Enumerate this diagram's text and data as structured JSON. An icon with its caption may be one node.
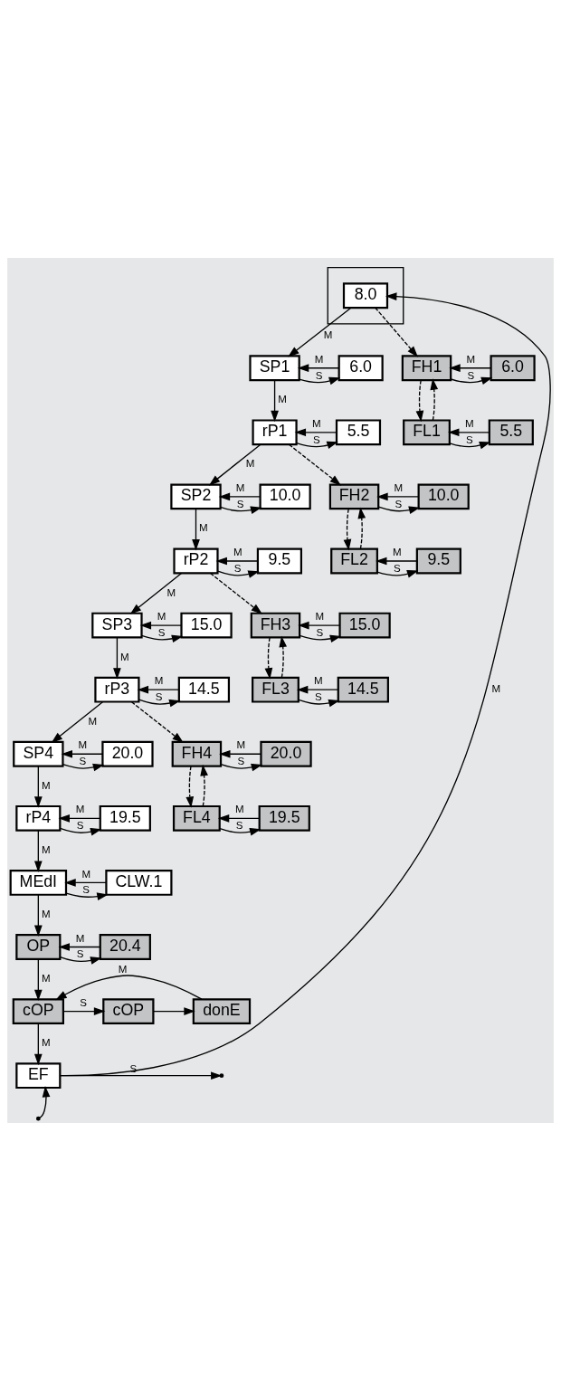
{
  "diagram": {
    "nodes": [
      {
        "text": [],
        "shape": "box"
      },
      {
        "text": [
          "8.0"
        ],
        "in": 0
      },
      {
        "text": [
          "SP1"
        ]
      },
      {
        "text": [
          "6.0"
        ]
      },
      {
        "text": [
          "FH1"
        ]
      },
      {
        "text": [
          "6.0"
        ]
      },
      {
        "text": [
          "rP1"
        ]
      },
      {
        "text": [
          "5.5"
        ]
      },
      {
        "text": [
          "FL1"
        ]
      },
      {
        "text": [
          "5.5"
        ]
      },
      {
        "text": [
          "SP2"
        ]
      },
      {
        "text": [
          "10.0"
        ]
      },
      {
        "text": [
          "FH2"
        ]
      },
      {
        "text": [
          "10.0"
        ]
      },
      {
        "text": [
          "rP2"
        ]
      },
      {
        "text": [
          "9.5"
        ]
      },
      {
        "text": [
          "FL2"
        ]
      },
      {
        "text": [
          "9.5"
        ]
      },
      {
        "text": [
          "SP3"
        ]
      },
      {
        "text": [
          "15.0"
        ]
      },
      {
        "text": [
          "FH3"
        ]
      },
      {
        "text": [
          "15.0"
        ]
      },
      {
        "text": [
          "rP3"
        ]
      },
      {
        "text": [
          "14.5"
        ]
      },
      {
        "text": [
          "FL3"
        ]
      },
      {
        "text": [
          "14.5"
        ]
      },
      {
        "text": [
          "SP4"
        ]
      },
      {
        "text": [
          "20.0"
        ]
      },
      {
        "text": [
          "FH4"
        ]
      },
      {
        "text": [
          "20.0"
        ]
      },
      {
        "text": [
          "rP4"
        ]
      },
      {
        "text": [
          "19.5"
        ]
      },
      {
        "text": [
          "FL4"
        ]
      },
      {
        "text": [
          "19.5"
        ]
      },
      {
        "text": [
          "MEdI"
        ]
      },
      {
        "text": [
          "CLW.1"
        ]
      },
      {
        "text": [
          "OP"
        ]
      },
      {
        "text": [
          "20.4"
        ]
      },
      {
        "text": [
          "cOP"
        ]
      },
      {
        "text": [
          "cOP"
        ]
      },
      {
        "text": [
          "donE"
        ]
      },
      {
        "text": [
          "EF"
        ]
      }
    ],
    "edges": [
      {
        "from": 1,
        "to": 2,
        "arrow": "to",
        "label": "M"
      },
      {
        "from": 1,
        "to": 4,
        "arrow": "to",
        "style": "dashed"
      },
      {
        "from": 2,
        "to": 3,
        "arrow": "to",
        "label": "S"
      },
      {
        "from": 3,
        "to": 2,
        "arrow": "to",
        "label": "M"
      },
      {
        "from": 4,
        "to": 5,
        "arrow": "to",
        "label": "S"
      },
      {
        "from": 5,
        "to": 4,
        "arrow": "to",
        "label": "M"
      },
      {
        "from": 4,
        "to": 8,
        "arrow": "to",
        "style": "dashed"
      },
      {
        "from": 8,
        "to": 4,
        "arrow": "to",
        "style": "dashed"
      },
      {
        "from": 2,
        "to": 6,
        "arrow": "to",
        "label": "M"
      },
      {
        "from": 6,
        "to": 7,
        "arrow": "to",
        "label": "S"
      },
      {
        "from": 7,
        "to": 6,
        "arrow": "to",
        "label": "M"
      },
      {
        "from": 8,
        "to": 9,
        "arrow": "to",
        "label": "S"
      },
      {
        "from": 9,
        "to": 8,
        "arrow": "to",
        "label": "M"
      },
      {
        "from": 6,
        "to": 10,
        "arrow": "to",
        "label": "M"
      },
      {
        "from": 6,
        "to": 12,
        "arrow": "to",
        "style": "dashed"
      },
      {
        "from": 10,
        "to": 11,
        "arrow": "to",
        "label": "S"
      },
      {
        "from": 11,
        "to": 10,
        "arrow": "to",
        "label": "M"
      },
      {
        "from": 12,
        "to": 13,
        "arrow": "to",
        "label": "S"
      },
      {
        "from": 13,
        "to": 12,
        "arrow": "to",
        "label": "M"
      },
      {
        "from": 12,
        "to": 16,
        "arrow": "to",
        "style": "dashed"
      },
      {
        "from": 16,
        "to": 12,
        "arrow": "to",
        "style": "dashed"
      },
      {
        "from": 10,
        "to": 14,
        "arrow": "to",
        "label": "M"
      },
      {
        "from": 14,
        "to": 15,
        "arrow": "to",
        "label": "S"
      },
      {
        "from": 15,
        "to": 14,
        "arrow": "to",
        "label": "M"
      },
      {
        "from": 16,
        "to": 17,
        "arrow": "to",
        "label": "S"
      },
      {
        "from": 17,
        "to": 16,
        "arrow": "to",
        "label": "M"
      },
      {
        "from": 14,
        "to": 18,
        "arrow": "to",
        "label": "M"
      },
      {
        "from": 14,
        "to": 20,
        "arrow": "to",
        "style": "dashed"
      },
      {
        "from": 18,
        "to": 19,
        "arrow": "to",
        "label": "S"
      },
      {
        "from": 19,
        "to": 18,
        "arrow": "to",
        "label": "M"
      },
      {
        "from": 20,
        "to": 21,
        "arrow": "to",
        "label": "S"
      },
      {
        "from": 21,
        "to": 20,
        "arrow": "to",
        "label": "M"
      },
      {
        "from": 20,
        "to": 24,
        "arrow": "to",
        "style": "dashed"
      },
      {
        "from": 24,
        "to": 20,
        "arrow": "to",
        "style": "dashed"
      },
      {
        "from": 18,
        "to": 22,
        "arrow": "to",
        "label": "M"
      },
      {
        "from": 22,
        "to": 23,
        "arrow": "to",
        "label": "S"
      },
      {
        "from": 23,
        "to": 22,
        "arrow": "to",
        "label": "M"
      },
      {
        "from": 24,
        "to": 25,
        "arrow": "to",
        "label": "S"
      },
      {
        "from": 25,
        "to": 24,
        "arrow": "to",
        "label": "M"
      },
      {
        "from": 22,
        "to": 26,
        "arrow": "to",
        "label": "M"
      },
      {
        "from": 22,
        "to": 28,
        "arrow": "to",
        "style": "dashed"
      },
      {
        "from": 26,
        "to": 27,
        "arrow": "to",
        "label": "S"
      },
      {
        "from": 27,
        "to": 26,
        "arrow": "to",
        "label": "M"
      },
      {
        "from": 28,
        "to": 29,
        "arrow": "to",
        "label": "S"
      },
      {
        "from": 29,
        "to": 28,
        "arrow": "to",
        "label": "M"
      },
      {
        "from": 28,
        "to": 32,
        "arrow": "to",
        "style": "dashed"
      },
      {
        "from": 32,
        "to": 28,
        "arrow": "to",
        "style": "dashed"
      },
      {
        "from": 26,
        "to": 30,
        "arrow": "to",
        "label": "M"
      },
      {
        "from": 30,
        "to": 31,
        "arrow": "to",
        "label": "S"
      },
      {
        "from": 31,
        "to": 30,
        "arrow": "to",
        "label": "M"
      },
      {
        "from": 32,
        "to": 33,
        "arrow": "to",
        "label": "S"
      },
      {
        "from": 33,
        "to": 32,
        "arrow": "to",
        "label": "M"
      },
      {
        "from": 30,
        "to": 34,
        "arrow": "to",
        "label": "M"
      },
      {
        "from": 34,
        "to": 35,
        "arrow": "to",
        "label": "S"
      },
      {
        "from": 35,
        "to": 34,
        "arrow": "to",
        "label": "M"
      },
      {
        "from": 34,
        "to": 36,
        "arrow": "to",
        "label": "M"
      },
      {
        "from": 36,
        "to": 37,
        "arrow": "to",
        "label": "S"
      },
      {
        "from": 37,
        "to": 36,
        "arrow": "to",
        "label": "M"
      },
      {
        "from": 36,
        "to": 38,
        "arrow": "to",
        "label": "M"
      },
      {
        "from": 38,
        "to": 39,
        "arrow": "to",
        "label": "S"
      },
      {
        "from": 39,
        "to": 40,
        "arrow": "to"
      },
      {
        "from": 40,
        "to": 38,
        "arrow": "to",
        "label": "M"
      },
      {
        "from": 38,
        "to": 41,
        "arrow": "to",
        "label": "M"
      },
      {
        "from": 41,
        "to": null,
        "arrow": "to",
        "label": "S"
      },
      {
        "from": null,
        "to": 41,
        "arrow": "to"
      },
      {
        "from": 41,
        "to": 1,
        "arrow": "to",
        "label": "M"
      }
    ]
  }
}
